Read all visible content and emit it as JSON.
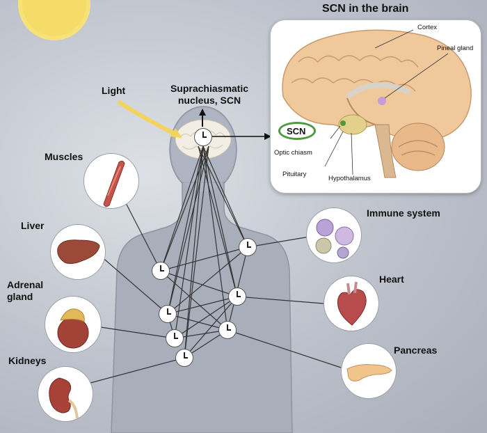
{
  "labels": {
    "light": "Light",
    "scn_title": "Suprachiasmatic nucleus, SCN",
    "scn_title_line1": "Suprachiasmatic",
    "scn_title_line2": "nucleus, SCN",
    "muscles": "Muscles",
    "liver": "Liver",
    "adrenal_line1": "Adrenal",
    "adrenal_line2": "gland",
    "kidneys": "Kidneys",
    "immune": "Immune system",
    "heart": "Heart",
    "pancreas": "Pancreas"
  },
  "inset": {
    "title": "SCN in the brain",
    "scn": "SCN",
    "cortex": "Cortex",
    "pineal": "Pineal gland",
    "optic": "Optic chiasm",
    "pituitary": "Pituitary",
    "hypothalamus": "Hypothalamus"
  },
  "colors": {
    "background": "#bcc1cb",
    "body_silhouette": "#a7acb7",
    "connector": "#333333",
    "light_arrow": "#f2d35b",
    "scn_highlight": "#4e9a3e",
    "sun": "#f7e27a",
    "brain": "#efc89c"
  },
  "icons": {
    "clock": "clock-icon",
    "sun": "sun-icon",
    "arrow": "arrow-icon"
  }
}
